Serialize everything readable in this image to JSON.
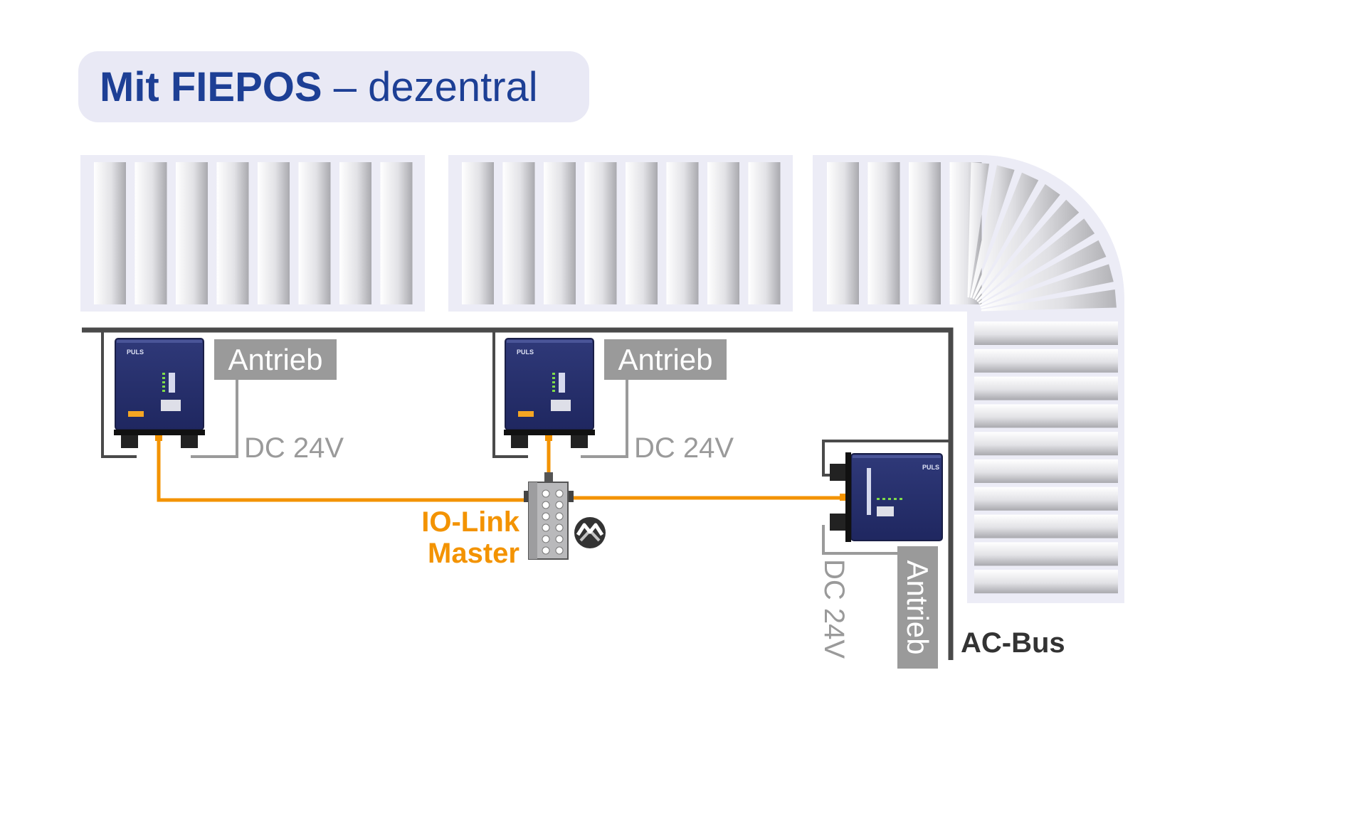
{
  "title": {
    "bold": "Mit FIEPOS",
    "rest": " – dezentral"
  },
  "labels": {
    "antrieb": "Antrieb",
    "dc24v": "DC 24V",
    "io_link_line1": "IO-Link",
    "io_link_line2": "Master",
    "ac_bus": "AC-Bus"
  },
  "devices": {
    "brand": "PULS"
  },
  "colors": {
    "title": "#1d3f95",
    "title_bg": "#e9e9f5",
    "io_link": "#f39300",
    "ac_bus_line": "#4a4a4a",
    "dc_line": "#9a9a9a",
    "device_body": "#27306b",
    "conveyor_bg": "#ececf6"
  },
  "icons": [
    "io-link-logo-icon",
    "puls-fiepos-device-icon",
    "io-link-master-hub-icon"
  ]
}
